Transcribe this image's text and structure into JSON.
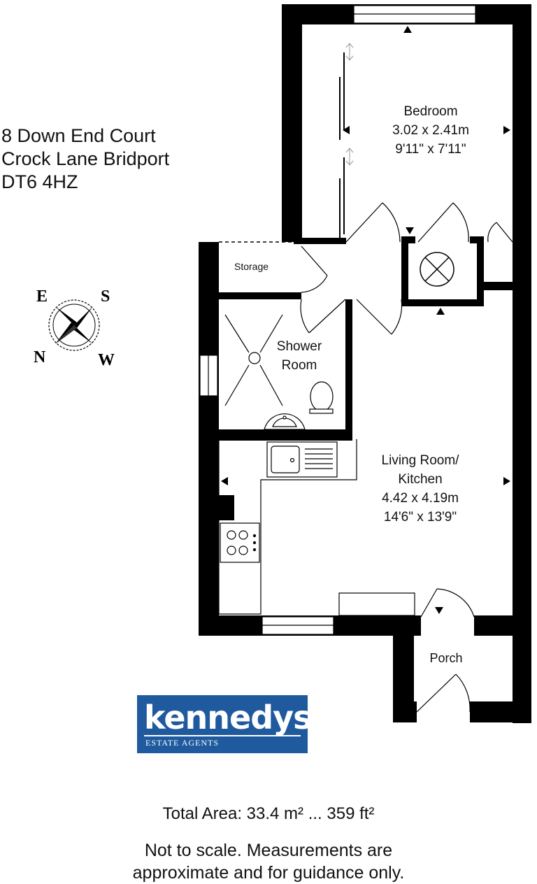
{
  "address": {
    "line1": "8 Down End Court",
    "line2": "Crock Lane Bridport",
    "line3": "DT6 4HZ"
  },
  "compass": {
    "e": "E",
    "s": "S",
    "n": "N",
    "w": "W"
  },
  "rooms": {
    "bedroom": {
      "name": "Bedroom",
      "metric": "3.02 x 2.41m",
      "imperial": "9'11\" x 7'11\""
    },
    "storage": {
      "name": "Storage"
    },
    "shower": {
      "name1": "Shower",
      "name2": "Room"
    },
    "living": {
      "name1": "Living Room/",
      "name2": "Kitchen",
      "metric": "4.42 x 4.19m",
      "imperial": "14'6\" x 13'9\""
    },
    "porch": {
      "name": "Porch"
    }
  },
  "logo": {
    "name": "kennedys",
    "tagline": "ESTATE AGENTS",
    "color": "#1f5a9e"
  },
  "footer": {
    "area": "Total Area: 33.4 m² ... 359 ft²",
    "note1": "Not to scale. Measurements are",
    "note2": "approximate and for guidance only."
  }
}
